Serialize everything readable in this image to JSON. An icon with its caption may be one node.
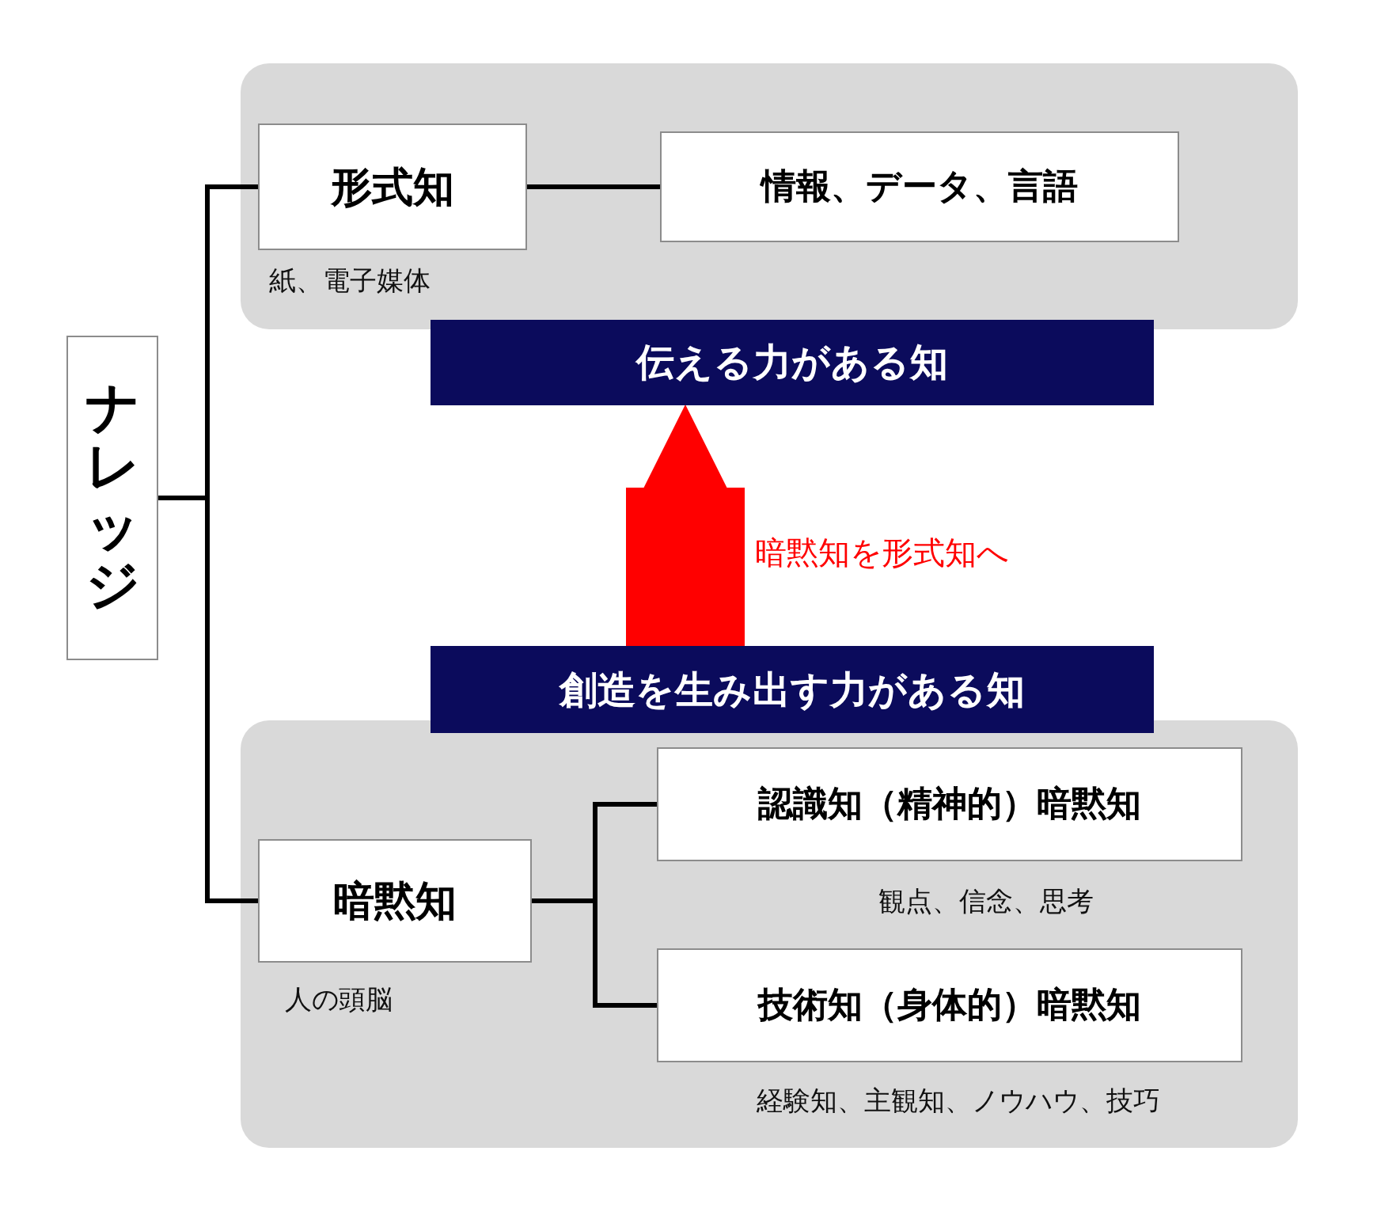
{
  "diagram": {
    "nodes": [
      {
        "text": [],
        "shape": "box"
      },
      {
        "text": [
          "ナレッジ"
        ]
      },
      {
        "text": [
          "形式知"
        ],
        "in": 0,
        "beside": [
          "紙、電子媒体"
        ]
      },
      {
        "text": [
          "情報、データ、言語"
        ],
        "in": 0
      },
      {
        "text": [
          "伝える力がある知"
        ]
      },
      {
        "text": [
          "創造を生み出す力がある知"
        ]
      },
      {
        "text": [],
        "shape": "box"
      },
      {
        "text": [
          "暗黙知"
        ],
        "in": 6,
        "beside": [
          "人の頭脳"
        ]
      },
      {
        "text": [
          "認識知（精神的）暗黙知"
        ],
        "in": 6,
        "beside": [
          "観点、信念、思考"
        ]
      },
      {
        "text": [
          "技術知（身体的）暗黙知"
        ],
        "in": 6,
        "beside": [
          "経験知、主観知、ノウハウ、技巧"
        ]
      }
    ],
    "edges": [
      {
        "from": 1,
        "to": 2,
        "arrow": "none"
      },
      {
        "from": 1,
        "to": 7,
        "arrow": "none"
      },
      {
        "from": 2,
        "to": 3,
        "arrow": "none"
      },
      {
        "from": 7,
        "to": 8,
        "arrow": "none"
      },
      {
        "from": 7,
        "to": 9,
        "arrow": "none"
      },
      {
        "from": 5,
        "to": 4,
        "arrow": "to",
        "label": "暗黙知を形式知へ",
        "style": "thick",
        "color": "#ff0000"
      }
    ]
  }
}
